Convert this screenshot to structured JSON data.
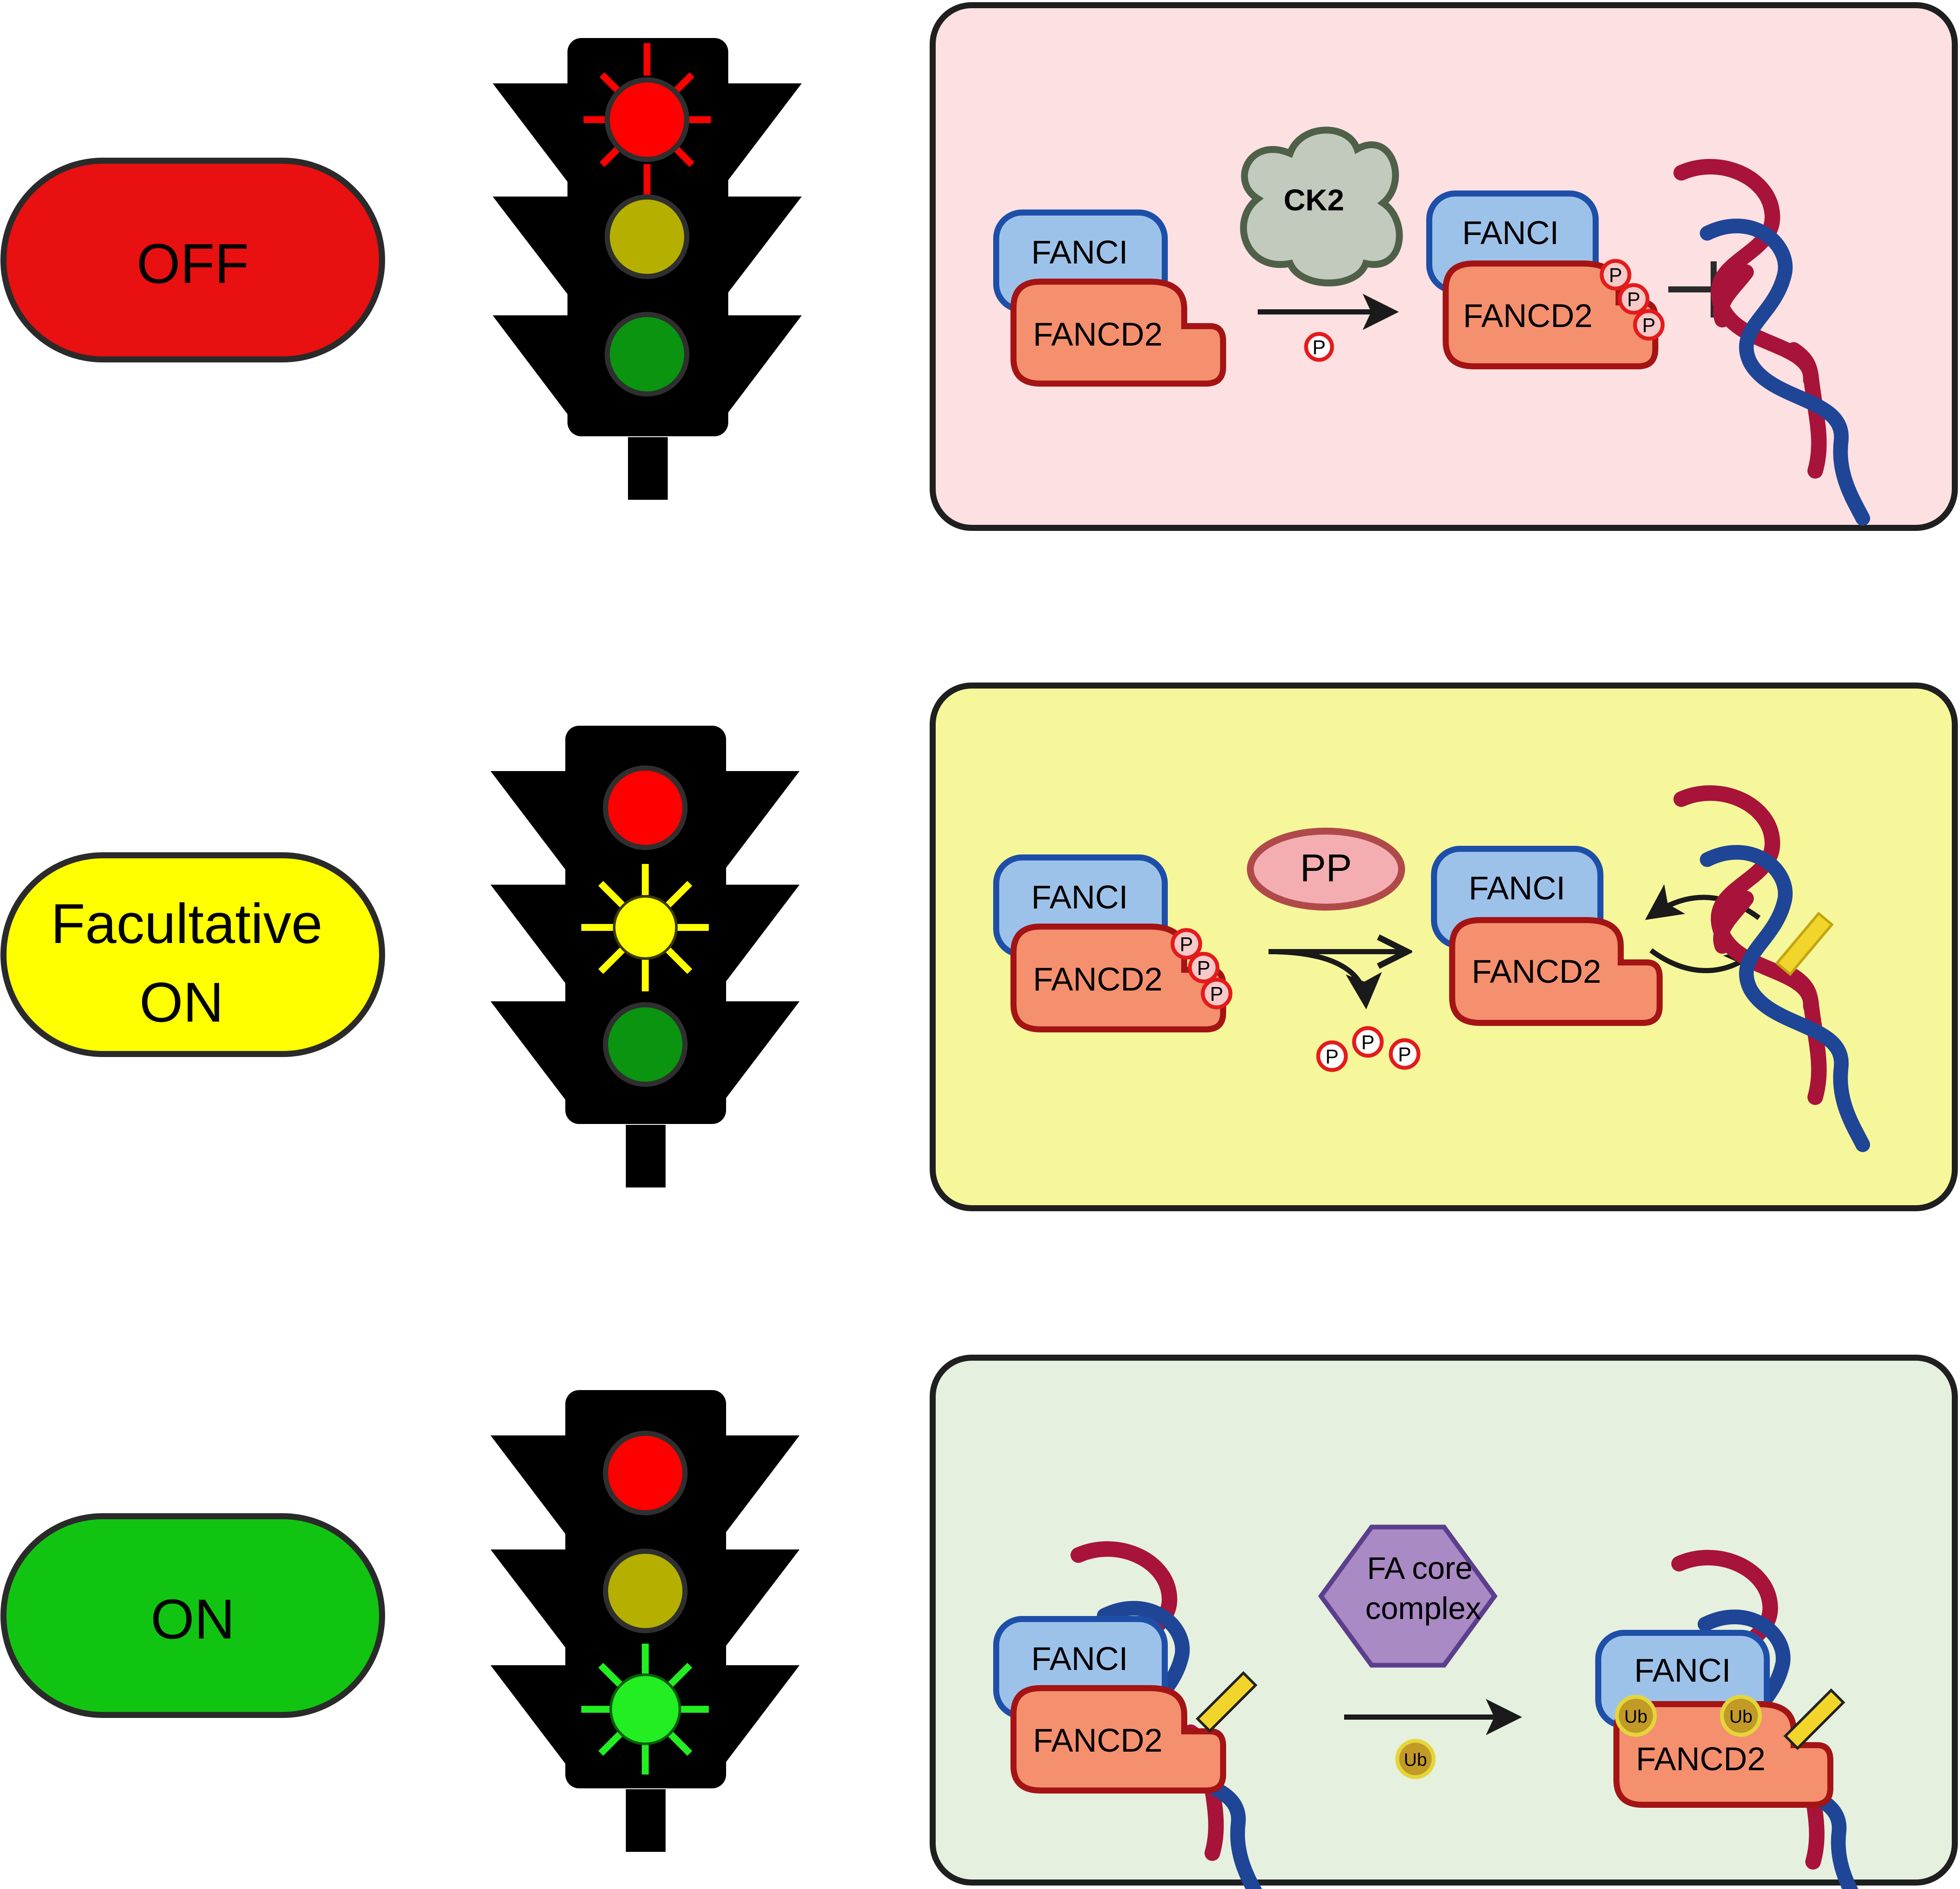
{
  "rows": [
    {
      "state": "OFF",
      "state_lines": [
        "OFF"
      ],
      "active_light": "red",
      "colors": {
        "pill": "#e81010",
        "panel": "#fde0e2"
      },
      "panel": {
        "left_complex": {
          "fanci": "FANCI",
          "fancd2": "FANCD2"
        },
        "enzyme": "CK2",
        "released": [
          "P"
        ],
        "right_complex": {
          "fanci": "FANCI",
          "fancd2": "FANCD2",
          "marks": [
            "P",
            "P",
            "P"
          ]
        },
        "outcome": "inhibits DNA binding"
      }
    },
    {
      "state": "Facultative ON",
      "state_lines": [
        "Facultative",
        "ON"
      ],
      "active_light": "yellow",
      "colors": {
        "pill": "#ffff00",
        "panel": "#f6f79a"
      },
      "panel": {
        "left_complex": {
          "fanci": "FANCI",
          "fancd2": "FANCD2",
          "marks": [
            "P",
            "P",
            "P"
          ]
        },
        "enzyme": "PP",
        "released": [
          "P",
          "P",
          "P"
        ],
        "right_complex": {
          "fanci": "FANCI",
          "fancd2": "FANCD2"
        },
        "outcome": "reversible DNA binding"
      }
    },
    {
      "state": "ON",
      "state_lines": [
        "ON"
      ],
      "active_light": "green",
      "colors": {
        "pill": "#12c412",
        "panel": "#e6f0df"
      },
      "panel": {
        "left_complex": {
          "fanci": "FANCI",
          "fancd2": "FANCD2"
        },
        "enzyme": "FA core complex",
        "enzyme_lines": [
          "FA core",
          "complex"
        ],
        "released": [
          "Ub"
        ],
        "right_complex": {
          "fanci": "FANCI",
          "fancd2": "FANCD2",
          "marks": [
            "Ub",
            "Ub"
          ]
        },
        "outcome": "DNA clamped"
      }
    }
  ],
  "palette": {
    "red_on": "#ff0000",
    "red_off": "#ff0000",
    "yellow_on": "#ffff00",
    "yellow_off": "#b5b000",
    "green_on": "#22ee22",
    "green_off": "#0a9410",
    "fanci_fill": "#9dc2ea",
    "fanci_stroke": "#1e4fa8",
    "fancd2_fill": "#f4906e",
    "fancd2_stroke": "#a41414",
    "dna_red": "#a8133a",
    "dna_blue": "#1f4596",
    "ck2_fill": "#c2cabd",
    "ck2_stroke": "#4f6048",
    "pp_fill": "#f4aeb2",
    "pp_stroke": "#b04a4a",
    "fa_fill": "#a98ac4",
    "fa_stroke": "#5b3f8c",
    "ub_fill": "#c29a26",
    "ub_stroke": "#e4d63a",
    "clamp": "#f2d52a"
  }
}
